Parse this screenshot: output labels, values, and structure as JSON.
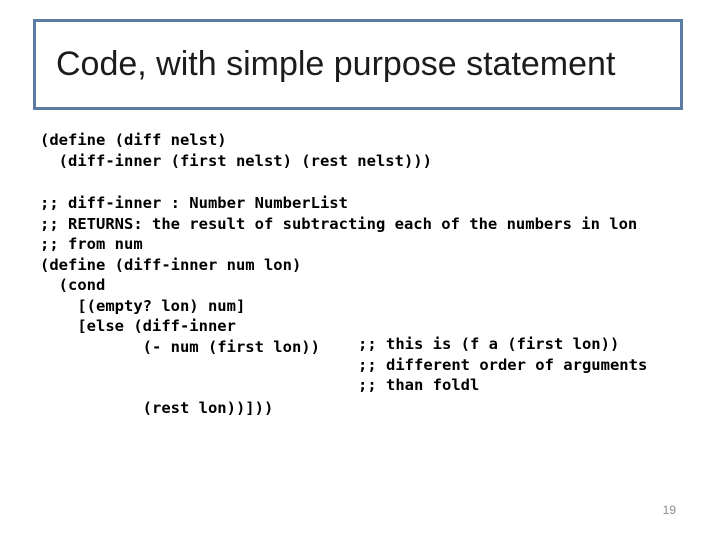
{
  "slide": {
    "title": "Code, with simple purpose statement",
    "page_number": "19",
    "code_blocks": {
      "define_diff": "(define (diff nelst)\n  (diff-inner (first nelst) (rest nelst)))",
      "define_diff_inner": ";; diff-inner : Number NumberList\n;; RETURNS: the result of subtracting each of the numbers in lon\n;; from num\n(define (diff-inner num lon)\n  (cond\n    [(empty? lon) num]\n    [else (diff-inner\n           (- num (first lon))\n\n\n           (rest lon))]))",
      "side_comment": ";; this is (f a (first lon))\n;; different order of arguments\n;; than foldl"
    },
    "colors": {
      "box_border": "#5b7ca3",
      "title_text": "#1c1c1c",
      "code_text": "#000000",
      "page_number_text": "#8c8c8c",
      "background": "#ffffff"
    }
  }
}
